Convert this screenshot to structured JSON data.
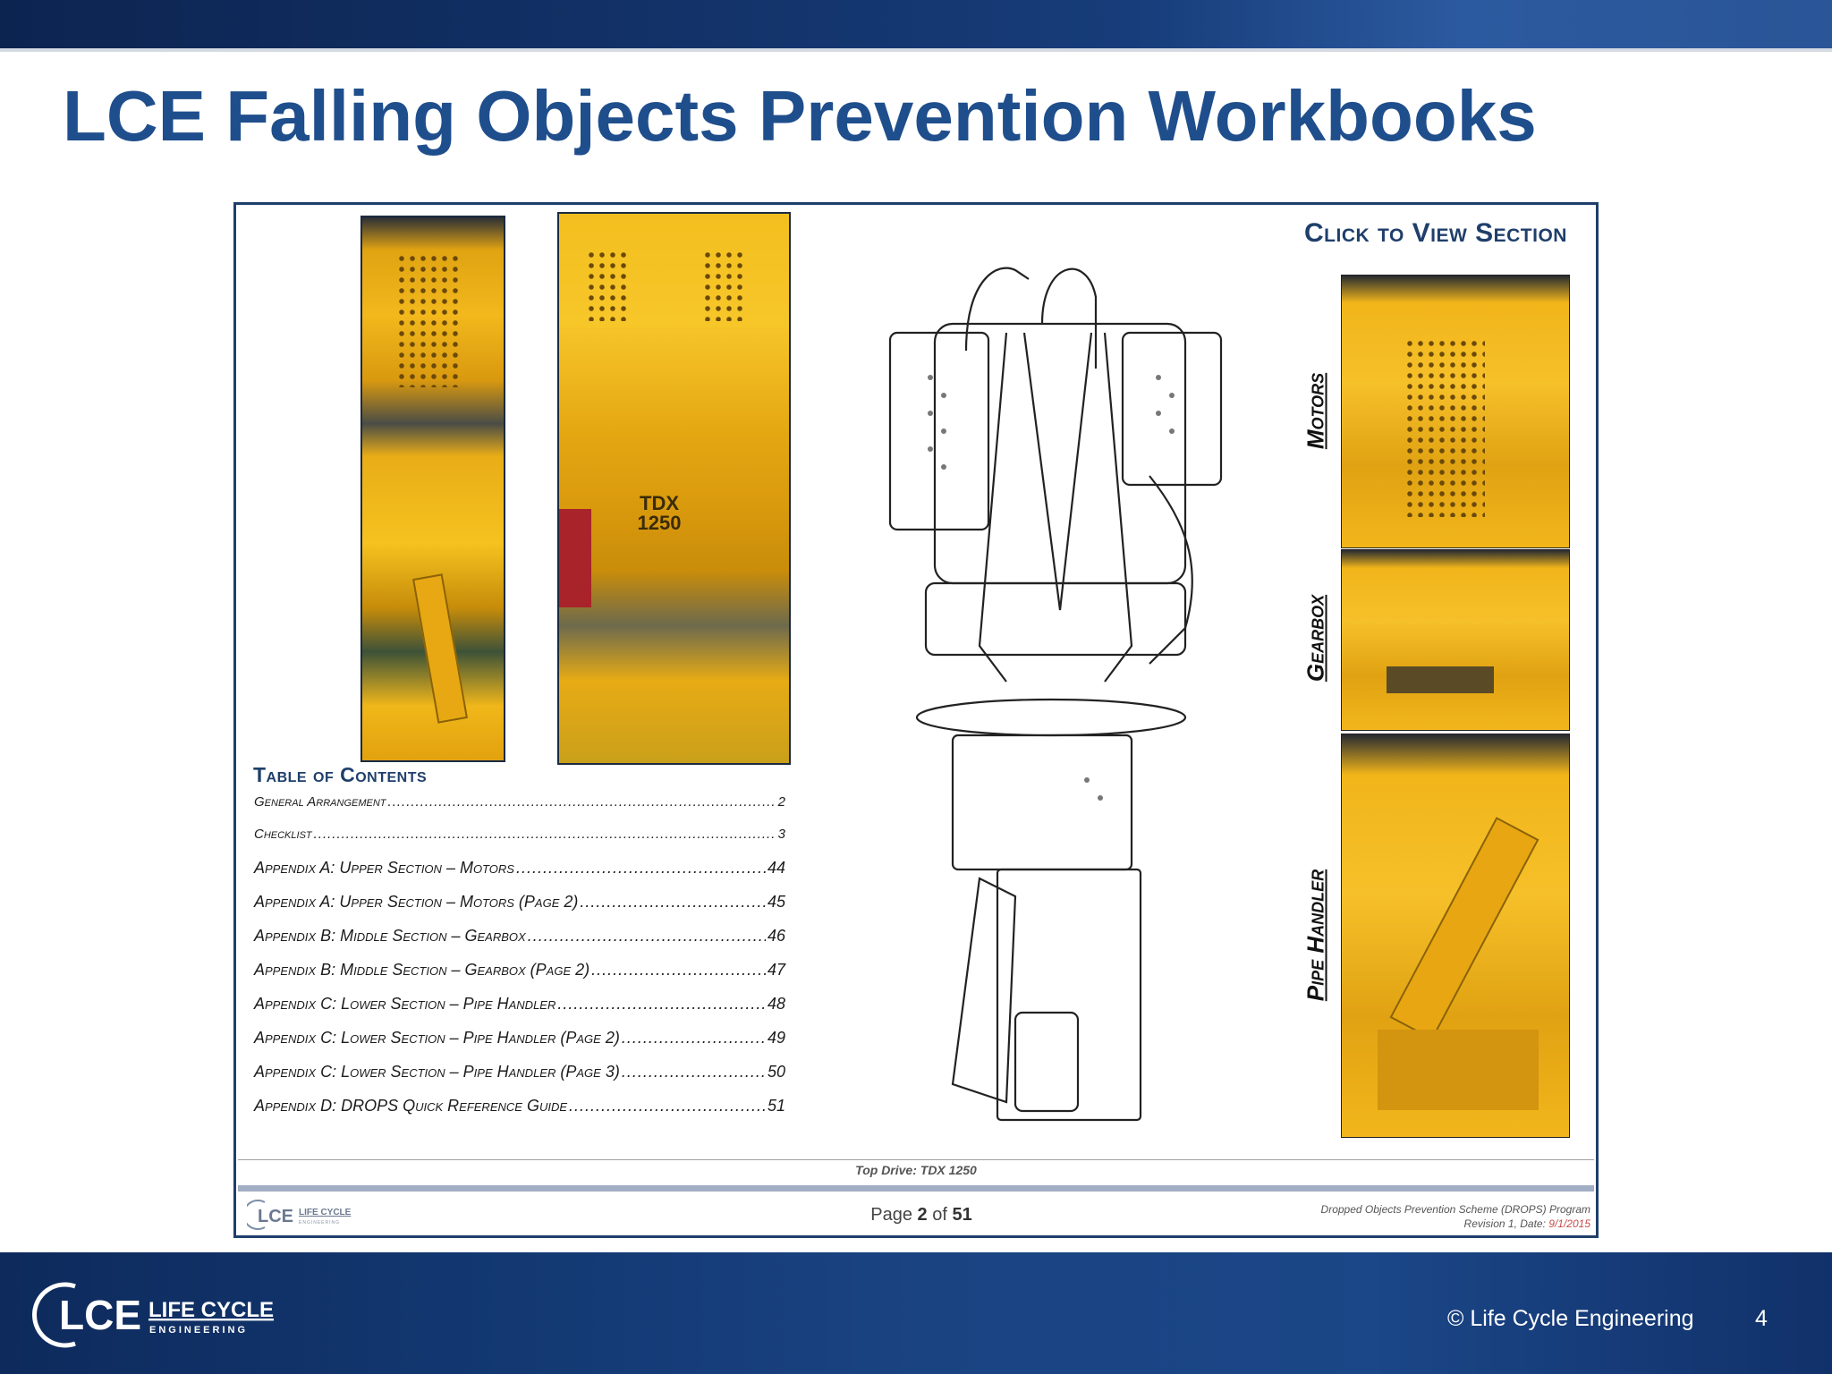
{
  "slide": {
    "title": "LCE Falling Objects Prevention Workbooks",
    "copyright": "© Life Cycle Engineering",
    "number": "4",
    "logo_text": "LCE",
    "logo_brand": "LIFE CYCLE",
    "logo_sub": "ENGINEERING"
  },
  "document": {
    "toc": {
      "title": "Table of Contents",
      "entries": [
        {
          "label": "General Arrangement",
          "page": "2"
        },
        {
          "label": "Checklist",
          "page": "3"
        },
        {
          "label": "Appendix A: Upper Section – Motors",
          "page": "44"
        },
        {
          "label": "Appendix A: Upper Section – Motors (Page 2)",
          "page": "45"
        },
        {
          "label": "Appendix B: Middle Section – Gearbox",
          "page": "46"
        },
        {
          "label": "Appendix B: Middle Section – Gearbox (Page 2)",
          "page": "47"
        },
        {
          "label": "Appendix C: Lower Section – Pipe Handler",
          "page": "48"
        },
        {
          "label": "Appendix C: Lower Section – Pipe Handler (Page 2)",
          "page": "49"
        },
        {
          "label": "Appendix C: Lower Section – Pipe Handler (Page 3)",
          "page": "50"
        },
        {
          "label": "Appendix D: DROPS Quick Reference Guide",
          "page": "51"
        }
      ]
    },
    "click_to_view": "Click to View Section",
    "sections": [
      {
        "label": "Motors"
      },
      {
        "label": "Gearbox"
      },
      {
        "label": "Pipe Handler"
      }
    ],
    "photo_stencils": [
      "TDX",
      "1250"
    ],
    "footer": {
      "caption": "Top Drive: TDX 1250",
      "page_prefix": "Page",
      "page_current": "2",
      "page_of": "of",
      "page_total": "51",
      "program": "Dropped Objects Prevention Scheme (DROPS) Program",
      "revision": "Revision 1, Date:",
      "date": "9/1/2015",
      "logo_text": "LCE",
      "logo_brand": "LIFE CYCLE",
      "logo_sub": "ENGINEERING"
    }
  },
  "colors": {
    "title": "#1f4e8c",
    "bar_dark": "#0c2450",
    "doc_border": "#1f3f6b",
    "equipment_yellow": "#f2b81c"
  }
}
